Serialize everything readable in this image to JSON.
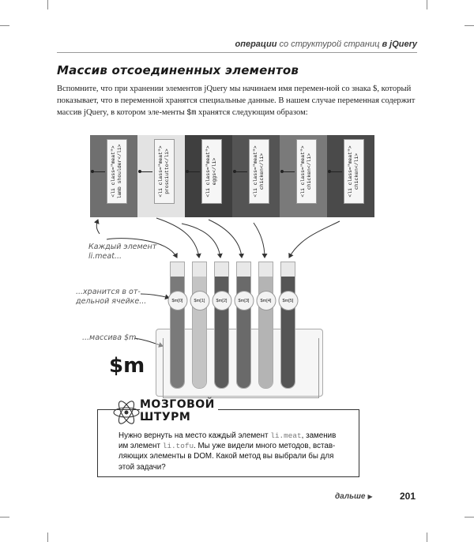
{
  "header": {
    "part1": "операции",
    "part2": "со структурой страниц",
    "part3": "в jQuery"
  },
  "section": {
    "title": "Массив отсоединенных элементов"
  },
  "intro": {
    "text_before_m": "Вспомните, что при хранении элементов jQuery мы начинаем имя перемен-ной со знака $, который показывает, что в переменной хранятся специальные данные. В нашем случае переменная содержит массив jQuery, в котором эле-менты ",
    "code": "$m",
    "text_after_m": " хранятся следующим образом:"
  },
  "cards": [
    {
      "line1": "<li class=\"meat\">",
      "line2": "lamb shoulder</li>",
      "bg": "#6f6f6f"
    },
    {
      "line1": "<li class=\"meat\">",
      "line2": "prosciutto</li>",
      "bg": "#e3e3e3"
    },
    {
      "line1": "<li class=\"meat\">",
      "line2": "eggs</li>",
      "bg": "#3f3f3f"
    },
    {
      "line1": "<li class=\"meat\">",
      "line2": "chicken</li>",
      "bg": "#545454"
    },
    {
      "line1": "<li class=\"meat\">",
      "line2": "chicken</li>",
      "bg": "#7a7a7a"
    },
    {
      "line1": "<li class=\"meat\">",
      "line2": "chicken</li>",
      "bg": "#4a4a4a"
    }
  ],
  "tubes": [
    {
      "label": "$m[0]",
      "fill": "#7a7a7a"
    },
    {
      "label": "$m[1]",
      "fill": "#c4c4c4"
    },
    {
      "label": "$m[2]",
      "fill": "#5c5c5c"
    },
    {
      "label": "$m[3]",
      "fill": "#6a6a6a"
    },
    {
      "label": "$m[4]",
      "fill": "#b4b4b4"
    },
    {
      "label": "$m[5]",
      "fill": "#555555"
    }
  ],
  "annotations": {
    "each_element_line1": "Каждый элемент",
    "each_element_line2": "li.meat...",
    "stored_line1": "...хранится в от-",
    "stored_line2": "дельной ячейке...",
    "array": "...массива $m.",
    "dollar_m": "$m"
  },
  "brainstorm": {
    "title_line1": "Мозговой",
    "title_line2": "штурм",
    "t1": "Нужно вернуть на место каждый элемент ",
    "c1": "li.meat",
    "t2": ", заменив им элемент ",
    "c2": "li.tofu",
    "t3": ". Мы уже видели много методов, встав-ляющих элементы в DOM. Какой метод вы выбрали бы для этой задачи?"
  },
  "footer": {
    "next": "дальше",
    "page": "201"
  }
}
